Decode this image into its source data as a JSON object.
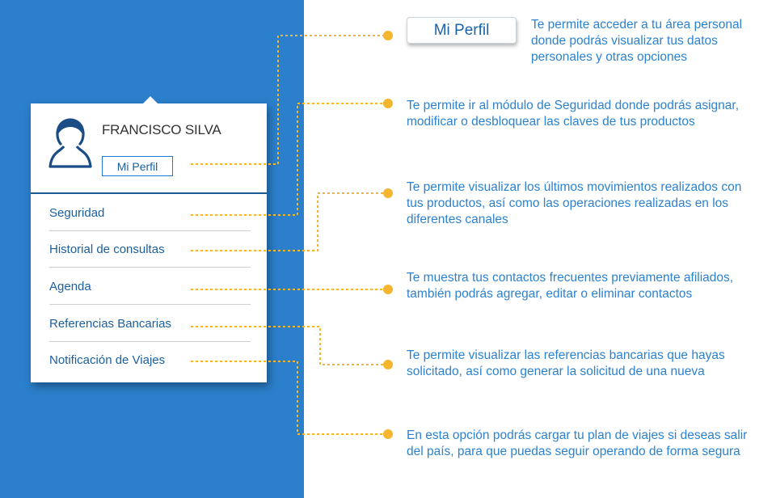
{
  "user": {
    "name": "FRANCISCO SILVA",
    "profile_button": "Mi Perfil"
  },
  "menu": {
    "items": [
      {
        "label": "Seguridad"
      },
      {
        "label": "Historial de consultas"
      },
      {
        "label": "Agenda"
      },
      {
        "label": "Referencias Bancarias"
      },
      {
        "label": "Notificación de Viajes"
      }
    ]
  },
  "callouts": {
    "profile_button": "Mi Perfil",
    "profile": [
      "Te permite acceder a tu área personal",
      "donde podrás visualizar tus datos",
      "personales y otras opciones"
    ],
    "seguridad": [
      "Te permite ir al módulo de Seguridad donde podrás asignar,",
      "modificar o desbloquear las claves de tus productos"
    ],
    "historial": [
      "Te permite visualizar los últimos movimientos realizados con",
      "tus productos, así como las operaciones realizadas en los",
      "diferentes canales"
    ],
    "agenda": [
      "Te muestra tus contactos frecuentes previamente afiliados,",
      "también podrás agregar, editar o eliminar contactos"
    ],
    "referencias": [
      "Te permite visualizar las referencias bancarias que hayas",
      "solicitado, así como generar la solicitud de una nueva"
    ],
    "viajes": [
      "En esta opción podrás cargar tu plan de viajes si deseas salir",
      "del país, para que puedas seguir operando de forma segura"
    ]
  },
  "colors": {
    "background_blue": "#2b7fcb",
    "link_blue": "#1a5f9e",
    "callout_text": "#2c82cf",
    "connector": "#f5b52e"
  }
}
